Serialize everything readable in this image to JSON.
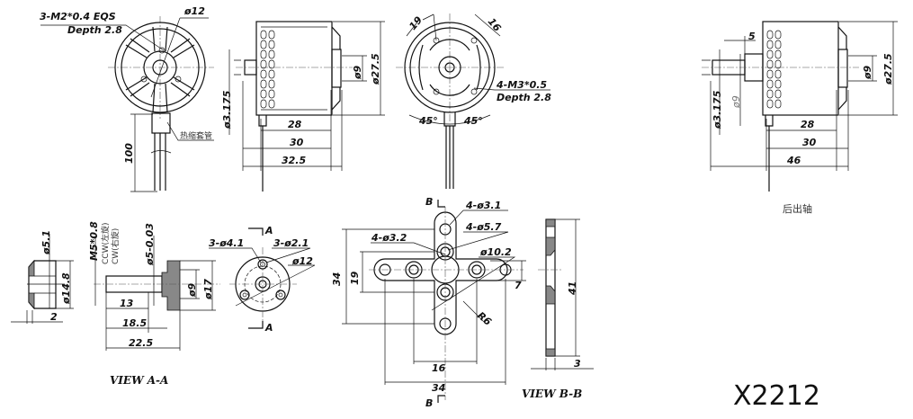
{
  "front_view": {
    "thread_label": "3-M2*0.4 EQS",
    "depth_label": "Depth 2.8",
    "diameter": "ø12",
    "sleeve_label": "热缩套管",
    "lead_length": "100"
  },
  "side_view": {
    "shaft_diameter": "ø3.175",
    "dim_28": "28",
    "dim_30": "30",
    "dim_32_5": "32.5",
    "dia_9": "ø9",
    "dia_27_5": "ø27.5"
  },
  "mount_face_view": {
    "dim_19": "19",
    "dim_16": "16",
    "thread_label": "4-M3*0.5",
    "depth_label": "Depth 2.8",
    "angle_left": "45°",
    "angle_right": "45°"
  },
  "rear_shaft_view": {
    "dim_5": "5",
    "inner_dia": "ø9",
    "shaft_diameter": "ø3.175",
    "dim_28": "28",
    "dim_30": "30",
    "dim_46": "46",
    "dia_9": "ø9",
    "dia_27_5": "ø27.5",
    "caption": "后出轴"
  },
  "prop_adapter": {
    "dia_5_1": "ø5.1",
    "dia_14_8": "ø14.8",
    "dim_2": "2",
    "thread": "M5*0.8",
    "ccw": "CCW(左旋)",
    "cw": "CW(右旋)",
    "shaft_tol": "ø5-0.03",
    "dim_13": "13",
    "dim_18_5": "18.5",
    "dim_22_5": "22.5",
    "dia_9": "ø9",
    "dia_17": "ø17",
    "holes_4_1": "3-ø4.1",
    "holes_2_1": "3-ø2.1",
    "dia_12": "ø12",
    "section_mark_top": "A",
    "section_mark_bottom": "A",
    "caption": "VIEW A-A"
  },
  "x_mount": {
    "section_mark_top": "B",
    "holes_3_1": "4-ø3.1",
    "holes_3_2": "4-ø3.2",
    "holes_5_7": "4-ø5.7",
    "dia_10_2": "ø10.2",
    "dim_34_v": "34",
    "dim_19": "19",
    "dim_7": "7",
    "radius": "R6",
    "dim_16": "16",
    "dim_34_h": "34",
    "section_mark_bottom": "B",
    "caption": "VIEW B-B",
    "dim_41": "41",
    "dim_3": "3"
  },
  "model": "X2212"
}
